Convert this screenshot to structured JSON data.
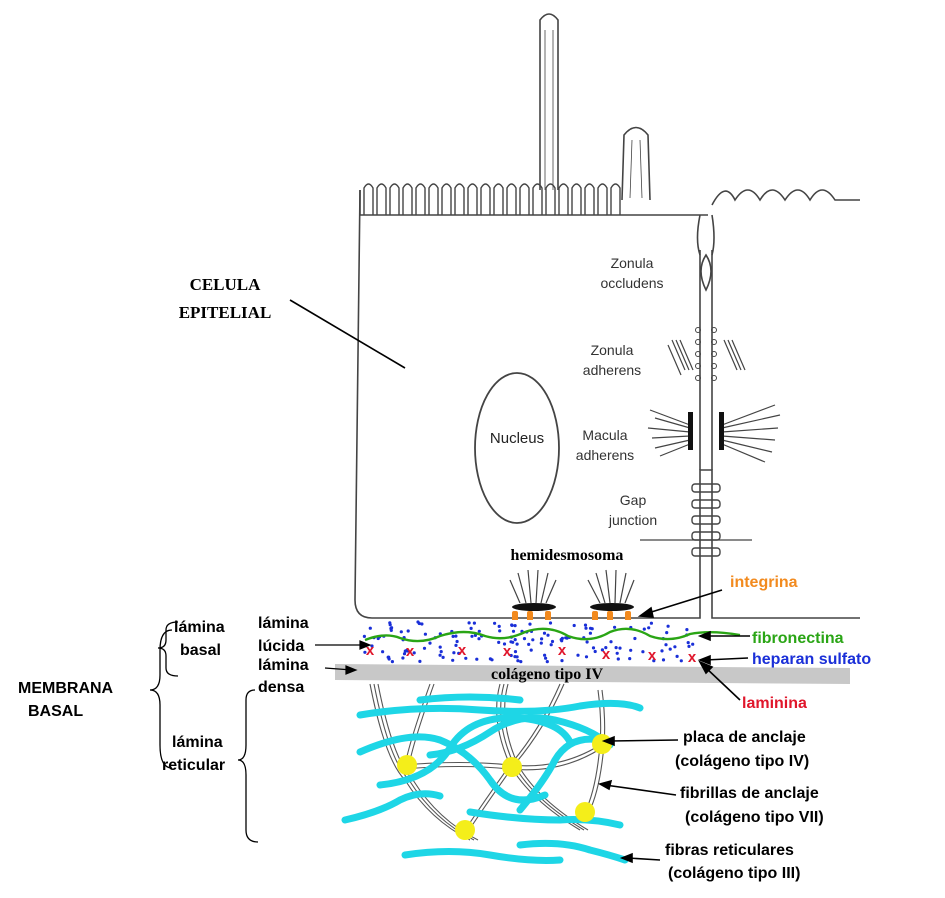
{
  "labels": {
    "celula_line1": "CELULA",
    "celula_line2": "EPITELIAL",
    "zonula_occ_1": "Zonula",
    "zonula_occ_2": "occludens",
    "zonula_adh_1": "Zonula",
    "zonula_adh_2": "adherens",
    "macula_adh_1": "Macula",
    "macula_adh_2": "adherens",
    "gap_1": "Gap",
    "gap_2": "junction",
    "nucleus": "Nucleus",
    "hemidesmosoma": "hemidesmosoma",
    "integrina": "integrina",
    "fibronectina": "fibronectina",
    "heparan": "heparan sulfato",
    "laminina": "laminina",
    "colageno_iv": "colágeno tipo IV",
    "lamina_basal_1": "lámina",
    "lamina_basal_2": "basal",
    "lamina_lucida_1": "lámina",
    "lamina_lucida_2": "lúcida",
    "lamina_densa_1": "lámina",
    "lamina_densa_2": "densa",
    "membrana_1": "MEMBRANA",
    "membrana_2": "BASAL",
    "lamina_ret_1": "lámina",
    "lamina_ret_2": "reticular",
    "placa_1": "placa de anclaje",
    "placa_2": "(colágeno tipo IV)",
    "fibrillas_1": "fibrillas de anclaje",
    "fibrillas_2": "(colágeno tipo VII)",
    "fibras_1": "fibras reticulares",
    "fibras_2": "(colágeno tipo III)",
    "laminina_mark": "x"
  },
  "colors": {
    "integrina": "#f28a1e",
    "fibronectina": "#2aa515",
    "heparan": "#1a2fd8",
    "laminina": "#e0162b",
    "reticular_fiber": "#1ed6e6",
    "anchoring_plaque": "#f4ee1a",
    "lamina_densa": "#c8c8c8",
    "ink": "#000000",
    "sketch": "#444444"
  }
}
